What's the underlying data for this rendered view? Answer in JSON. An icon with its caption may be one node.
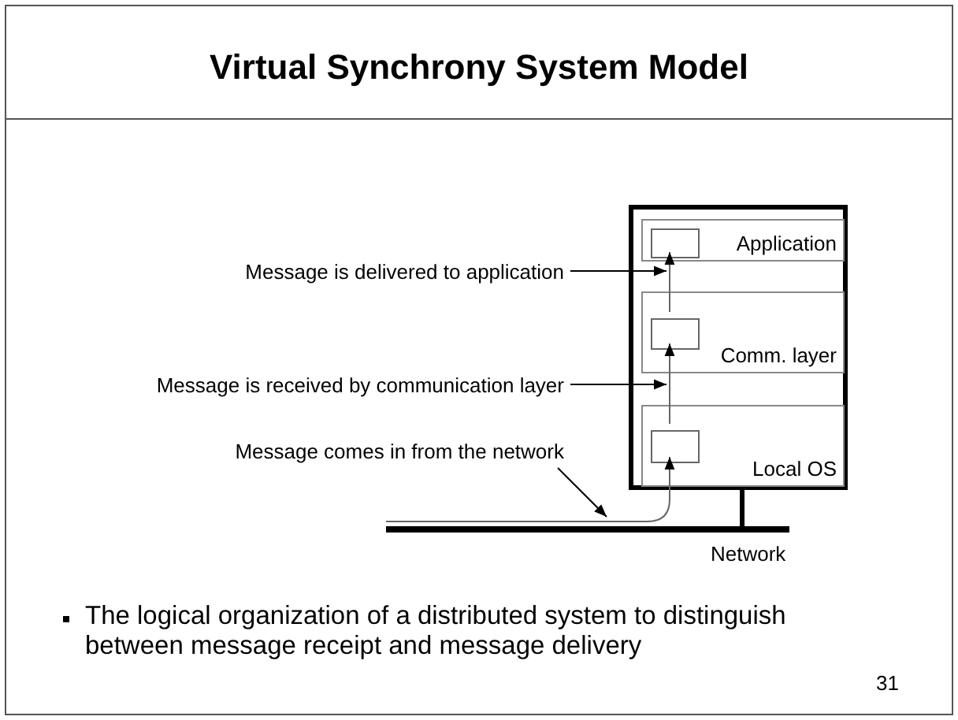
{
  "diagram": {
    "title": "Virtual Synchrony System Model",
    "nodes": [
      {
        "text": [],
        "shape": "box"
      },
      {
        "text": [
          "Application"
        ],
        "in": 0
      },
      {
        "text": [],
        "shape": "box",
        "in": 1
      },
      {
        "text": [
          "Comm. layer"
        ],
        "in": 0
      },
      {
        "text": [],
        "shape": "box",
        "in": 3
      },
      {
        "text": [
          "Local OS"
        ],
        "in": 0
      },
      {
        "text": [],
        "shape": "box",
        "in": 5
      },
      {
        "text": [
          "Message is delivered to application"
        ]
      },
      {
        "text": [
          "Message is received by communication layer"
        ]
      },
      {
        "text": [
          "Message comes in from the network"
        ]
      },
      {
        "text": [],
        "shape": "bar",
        "beside": [
          "Network"
        ]
      }
    ],
    "edges": [
      {
        "from": 6,
        "to": 4,
        "arrow": "to",
        "color": "#666666"
      },
      {
        "from": 4,
        "to": 2,
        "arrow": "to",
        "color": "#666666"
      },
      {
        "from": 10,
        "to": 6,
        "arrow": "to",
        "color": "#666666"
      },
      {
        "from": 7,
        "to": 0,
        "arrow": "to"
      },
      {
        "from": 8,
        "to": 0,
        "arrow": "to"
      },
      {
        "from": 9,
        "to": 10,
        "arrow": "to"
      },
      {
        "from": 10,
        "to": 0,
        "arrow": "none",
        "style": "thick"
      }
    ],
    "labels": [
      "The logical organization of a distributed system to distinguish between message receipt and message delivery",
      "31"
    ]
  }
}
